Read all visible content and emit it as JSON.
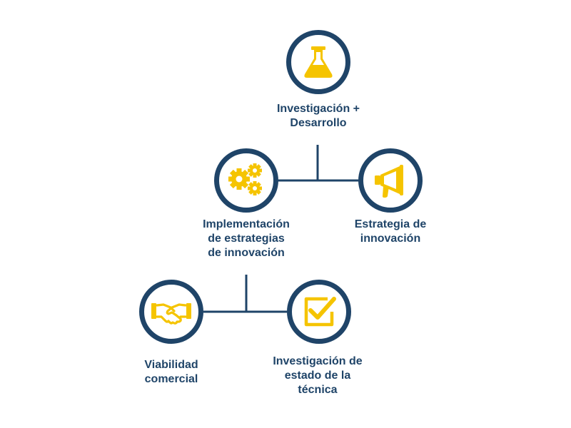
{
  "colors": {
    "primary": "#1f4468",
    "accent": "#f5c400",
    "background": "#ffffff"
  },
  "nodes": {
    "research": {
      "icon": "flask-icon",
      "label_lines": [
        "Investigación +",
        "Desarrollo"
      ]
    },
    "implementation": {
      "icon": "gears-icon",
      "label_lines": [
        "Implementación",
        "de estrategias",
        "de innovación"
      ]
    },
    "strategy": {
      "icon": "megaphone-icon",
      "label_lines": [
        "Estrategia de",
        "innovación"
      ]
    },
    "viability": {
      "icon": "handshake-icon",
      "label_lines": [
        "Viabilidad",
        "comercial"
      ]
    },
    "state_of_art": {
      "icon": "checkbox-icon",
      "label_lines": [
        "Investigación de",
        "estado de la",
        "técnica"
      ]
    }
  }
}
